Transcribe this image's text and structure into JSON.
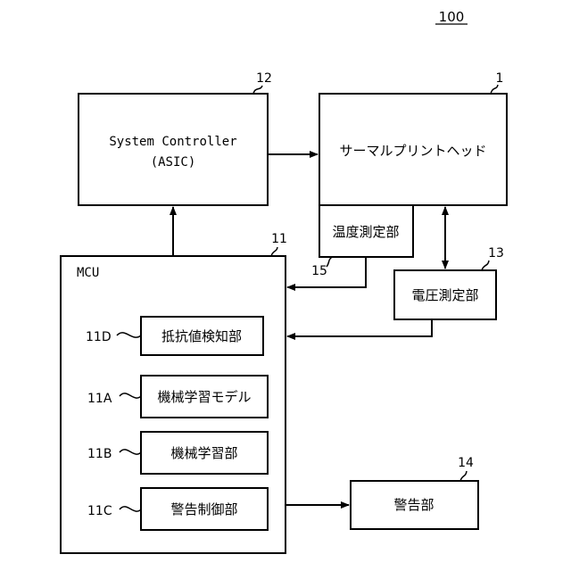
{
  "figure_number": "100",
  "system_controller": {
    "ref": "12",
    "line1": "System Controller",
    "line2": "(ASIC)"
  },
  "thermal_head": {
    "ref": "1",
    "label": "サーマルプリントヘッド"
  },
  "temp_sensor": {
    "ref": "15",
    "label": "温度測定部"
  },
  "voltage_sensor": {
    "ref": "13",
    "label": "電圧測定部"
  },
  "mcu": {
    "ref": "11",
    "label": "MCU",
    "blocks": [
      {
        "ref": "11D",
        "label": "抵抗値検知部"
      },
      {
        "ref": "11A",
        "label": "機械学習モデル"
      },
      {
        "ref": "11B",
        "label": "機械学習部"
      },
      {
        "ref": "11C",
        "label": "警告制御部"
      }
    ]
  },
  "alarm": {
    "ref": "14",
    "label": "警告部"
  }
}
